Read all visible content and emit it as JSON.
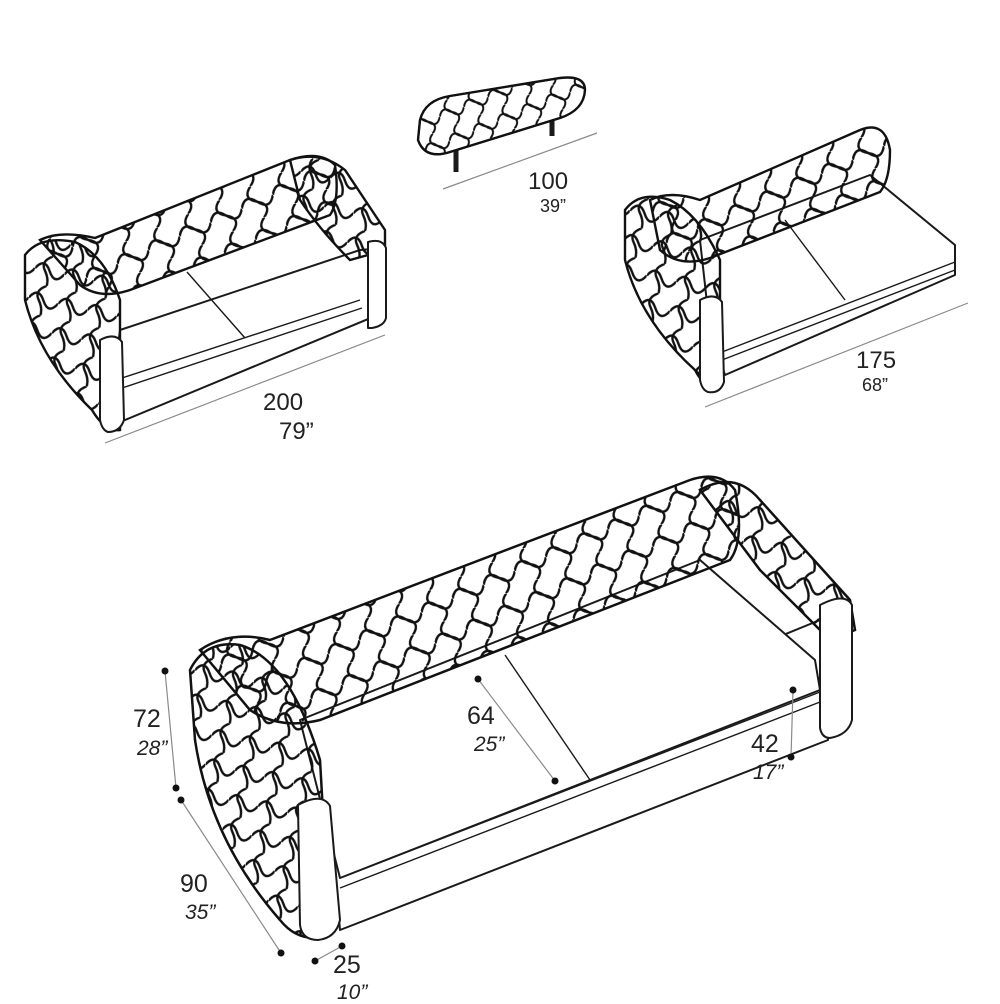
{
  "diagram": {
    "type": "furniture-dimension-sheet",
    "line_color": "#1a1a1a",
    "dimension_line_color": "#8a8a8a",
    "background": "#ffffff"
  },
  "pieces": [
    {
      "name": "bench",
      "width": {
        "cm": "100",
        "in": "39”"
      }
    },
    {
      "name": "two-seat-sofa",
      "width": {
        "cm": "200",
        "in": "79”"
      }
    },
    {
      "name": "corner-module",
      "width": {
        "cm": "175",
        "in": "68”"
      }
    },
    {
      "name": "three-seat-sofa",
      "height": {
        "cm": "72",
        "in": "28”"
      },
      "depth": {
        "cm": "90",
        "in": "35”"
      },
      "arm_width": {
        "cm": "25",
        "in": "10”"
      },
      "seat_depth": {
        "cm": "64",
        "in": "25”"
      },
      "seat_height": {
        "cm": "42",
        "in": "17”"
      }
    }
  ]
}
